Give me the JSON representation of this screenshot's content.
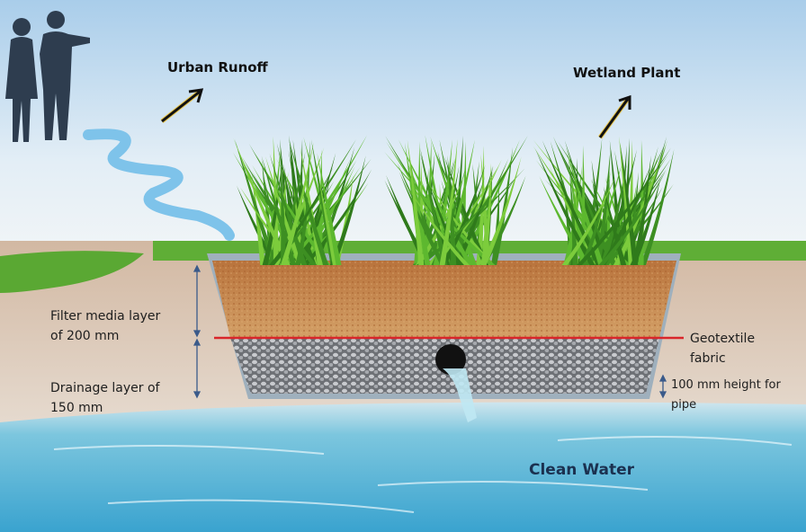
{
  "labels": {
    "urban_runoff": "Urban Runoff",
    "wetland_plant": "Wetland Plant",
    "filter_media_1": "Filter media layer",
    "filter_media_2": "of 200 mm",
    "drainage_1": "Drainage layer of",
    "drainage_2": "150 mm",
    "geotextile_1": "Geotextile",
    "geotextile_2": "fabric",
    "pipe_height_1": "100 mm height for",
    "pipe_height_2": "pipe",
    "clean_water": "Clean Water"
  },
  "colors": {
    "soil": "#c98a4e",
    "gravel": "#8e9196",
    "geotextile": "#d9262b",
    "water": "#5fb6d3",
    "grass": "#4aa52a",
    "ground": "#d9c5b2",
    "label_dark_blue": "#1b3150"
  }
}
